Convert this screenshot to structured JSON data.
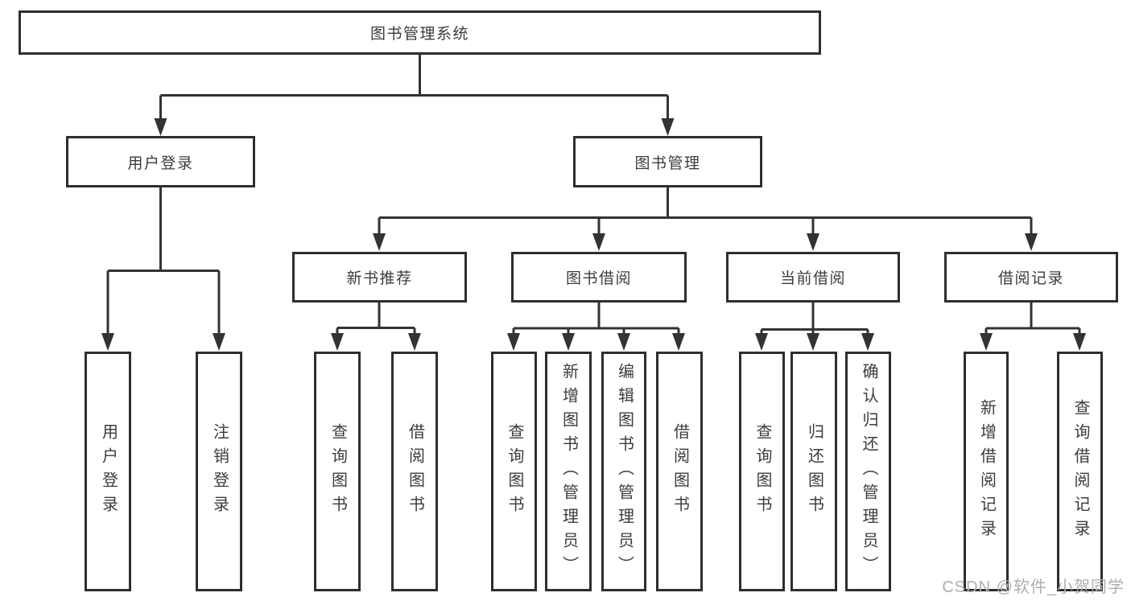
{
  "diagram": {
    "type": "hierarchy-tree",
    "tree": {
      "label": "图书管理系统",
      "children": [
        {
          "label": "用户登录",
          "children": [
            {
              "label": "用户登录"
            },
            {
              "label": "注销登录"
            }
          ]
        },
        {
          "label": "图书管理",
          "children": [
            {
              "label": "新书推荐",
              "children": [
                {
                  "label": "查询图书"
                },
                {
                  "label": "借阅图书"
                }
              ]
            },
            {
              "label": "图书借阅",
              "children": [
                {
                  "label": "查询图书"
                },
                {
                  "label": "新增图书（管理员）"
                },
                {
                  "label": "编辑图书（管理员）"
                },
                {
                  "label": "借阅图书"
                }
              ]
            },
            {
              "label": "当前借阅",
              "children": [
                {
                  "label": "查询图书"
                },
                {
                  "label": "归还图书"
                },
                {
                  "label": "确认归还（管理员）"
                }
              ]
            },
            {
              "label": "借阅记录",
              "children": [
                {
                  "label": "新增借阅记录"
                },
                {
                  "label": "查询借阅记录"
                }
              ]
            }
          ]
        }
      ]
    },
    "colors": {
      "line": "#333333",
      "border": "#2e2e2e",
      "text": "#3c3c3c",
      "canvas": "#ffffff",
      "watermark_color": "#aeaeae"
    }
  },
  "watermark": {
    "text": "CSDN @软件_小贺同学"
  }
}
